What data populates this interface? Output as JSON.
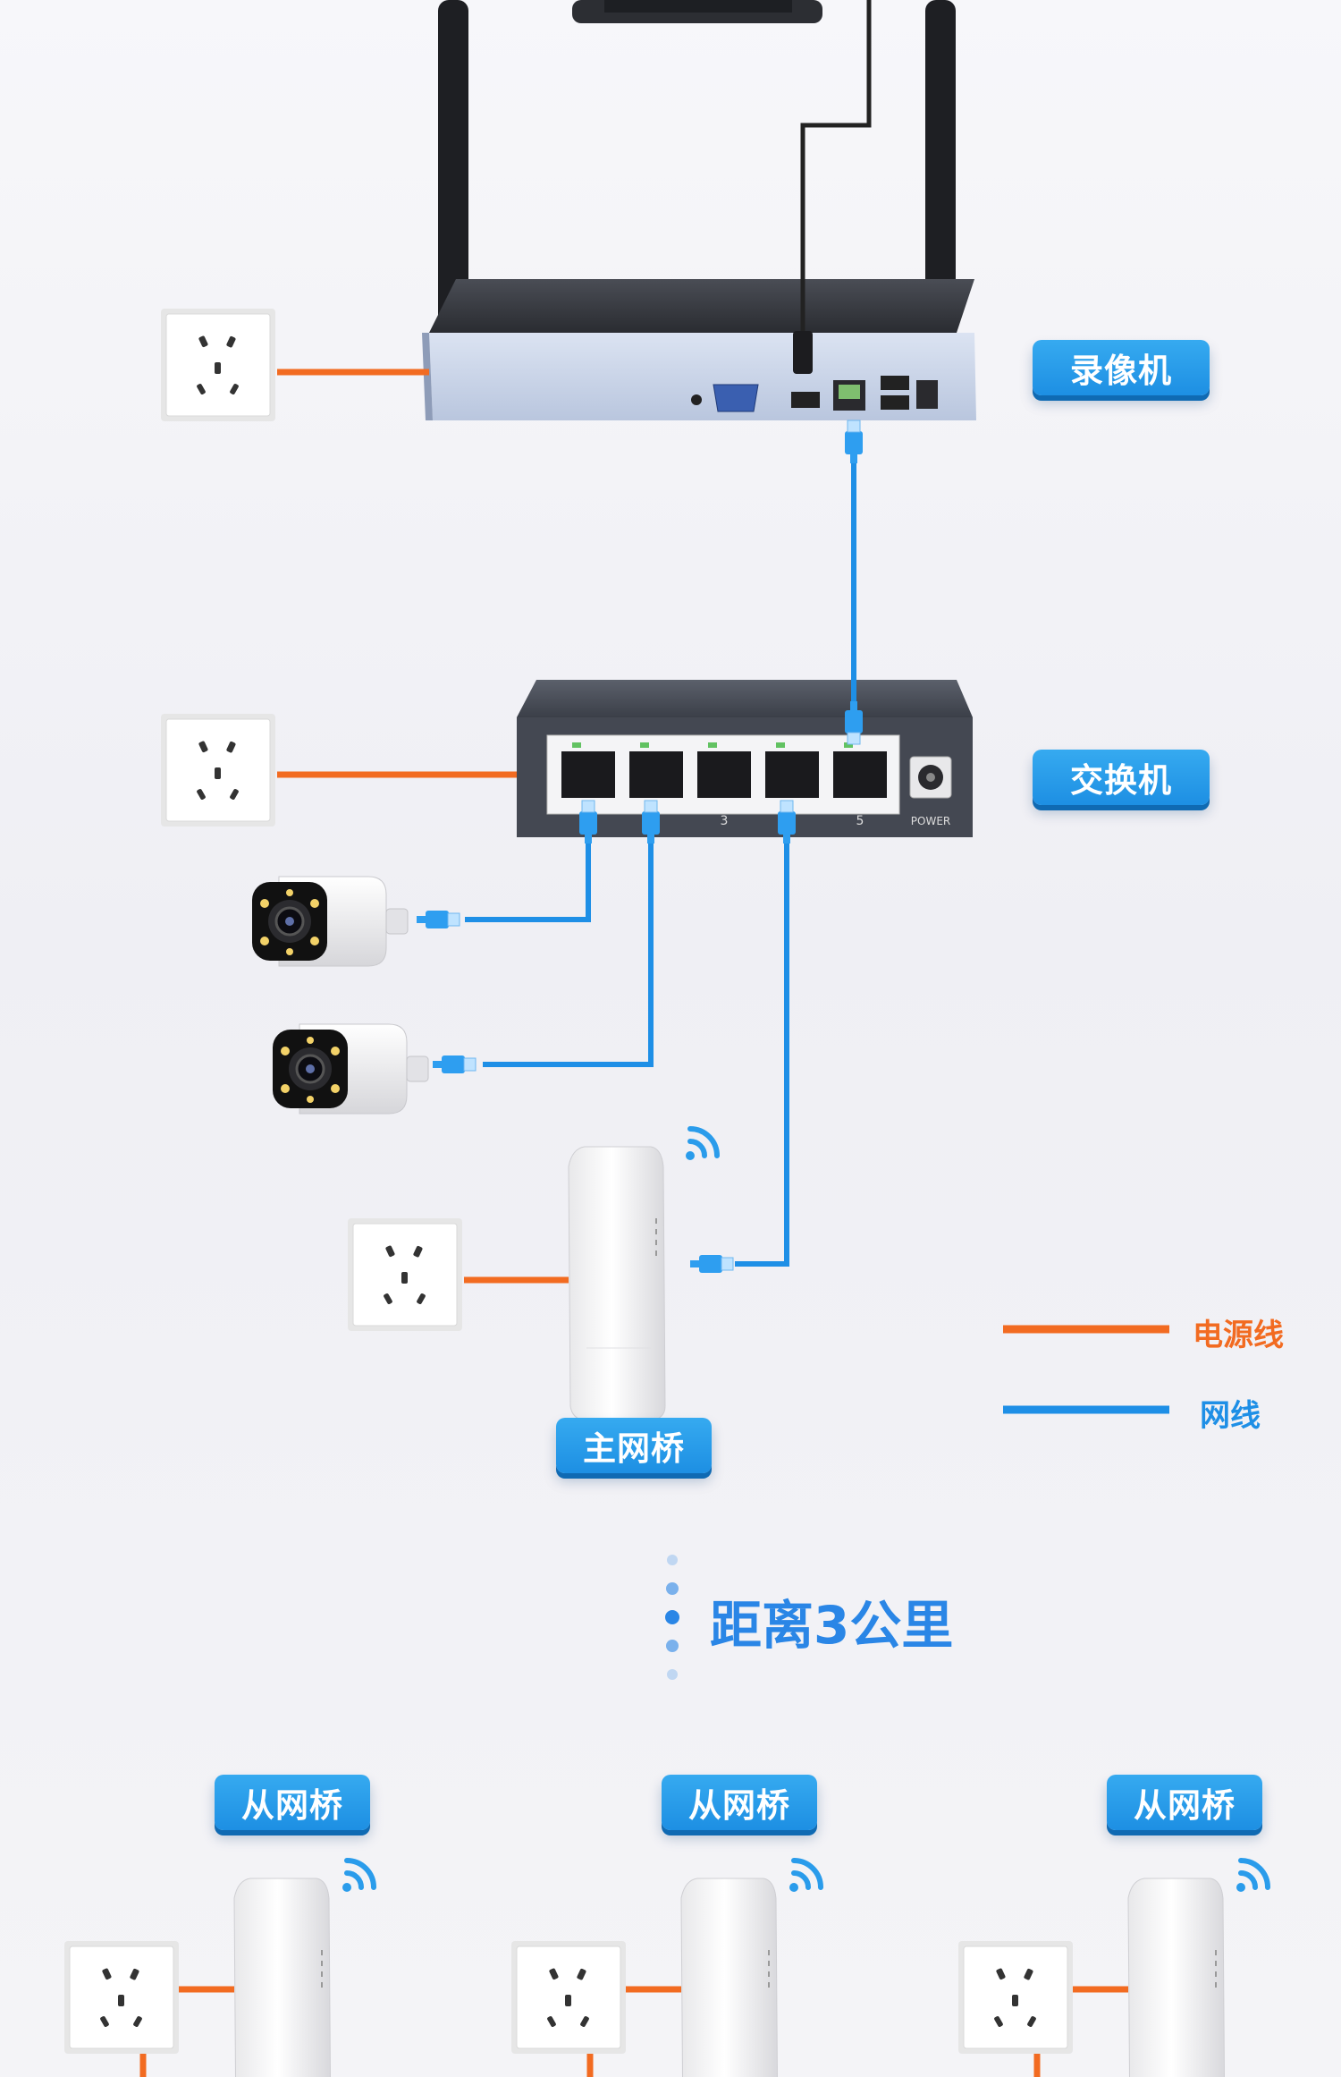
{
  "labels": {
    "nvr": "录像机",
    "switch": "交换机",
    "main_bridge": "主网桥",
    "slave_bridge_1": "从网桥",
    "slave_bridge_2": "从网桥",
    "slave_bridge_3": "从网桥",
    "distance": "距离3公里"
  },
  "legend": {
    "power": "电源线",
    "network": "网线"
  },
  "device_text": {
    "switch_port_3": "3",
    "switch_port_5": "5",
    "switch_power": "POWER"
  },
  "colors": {
    "power_line": "#f26b21",
    "network_line": "#1e8fe6",
    "tag_bg": "#2a9ceb",
    "distance_text": "#2a86e6"
  }
}
